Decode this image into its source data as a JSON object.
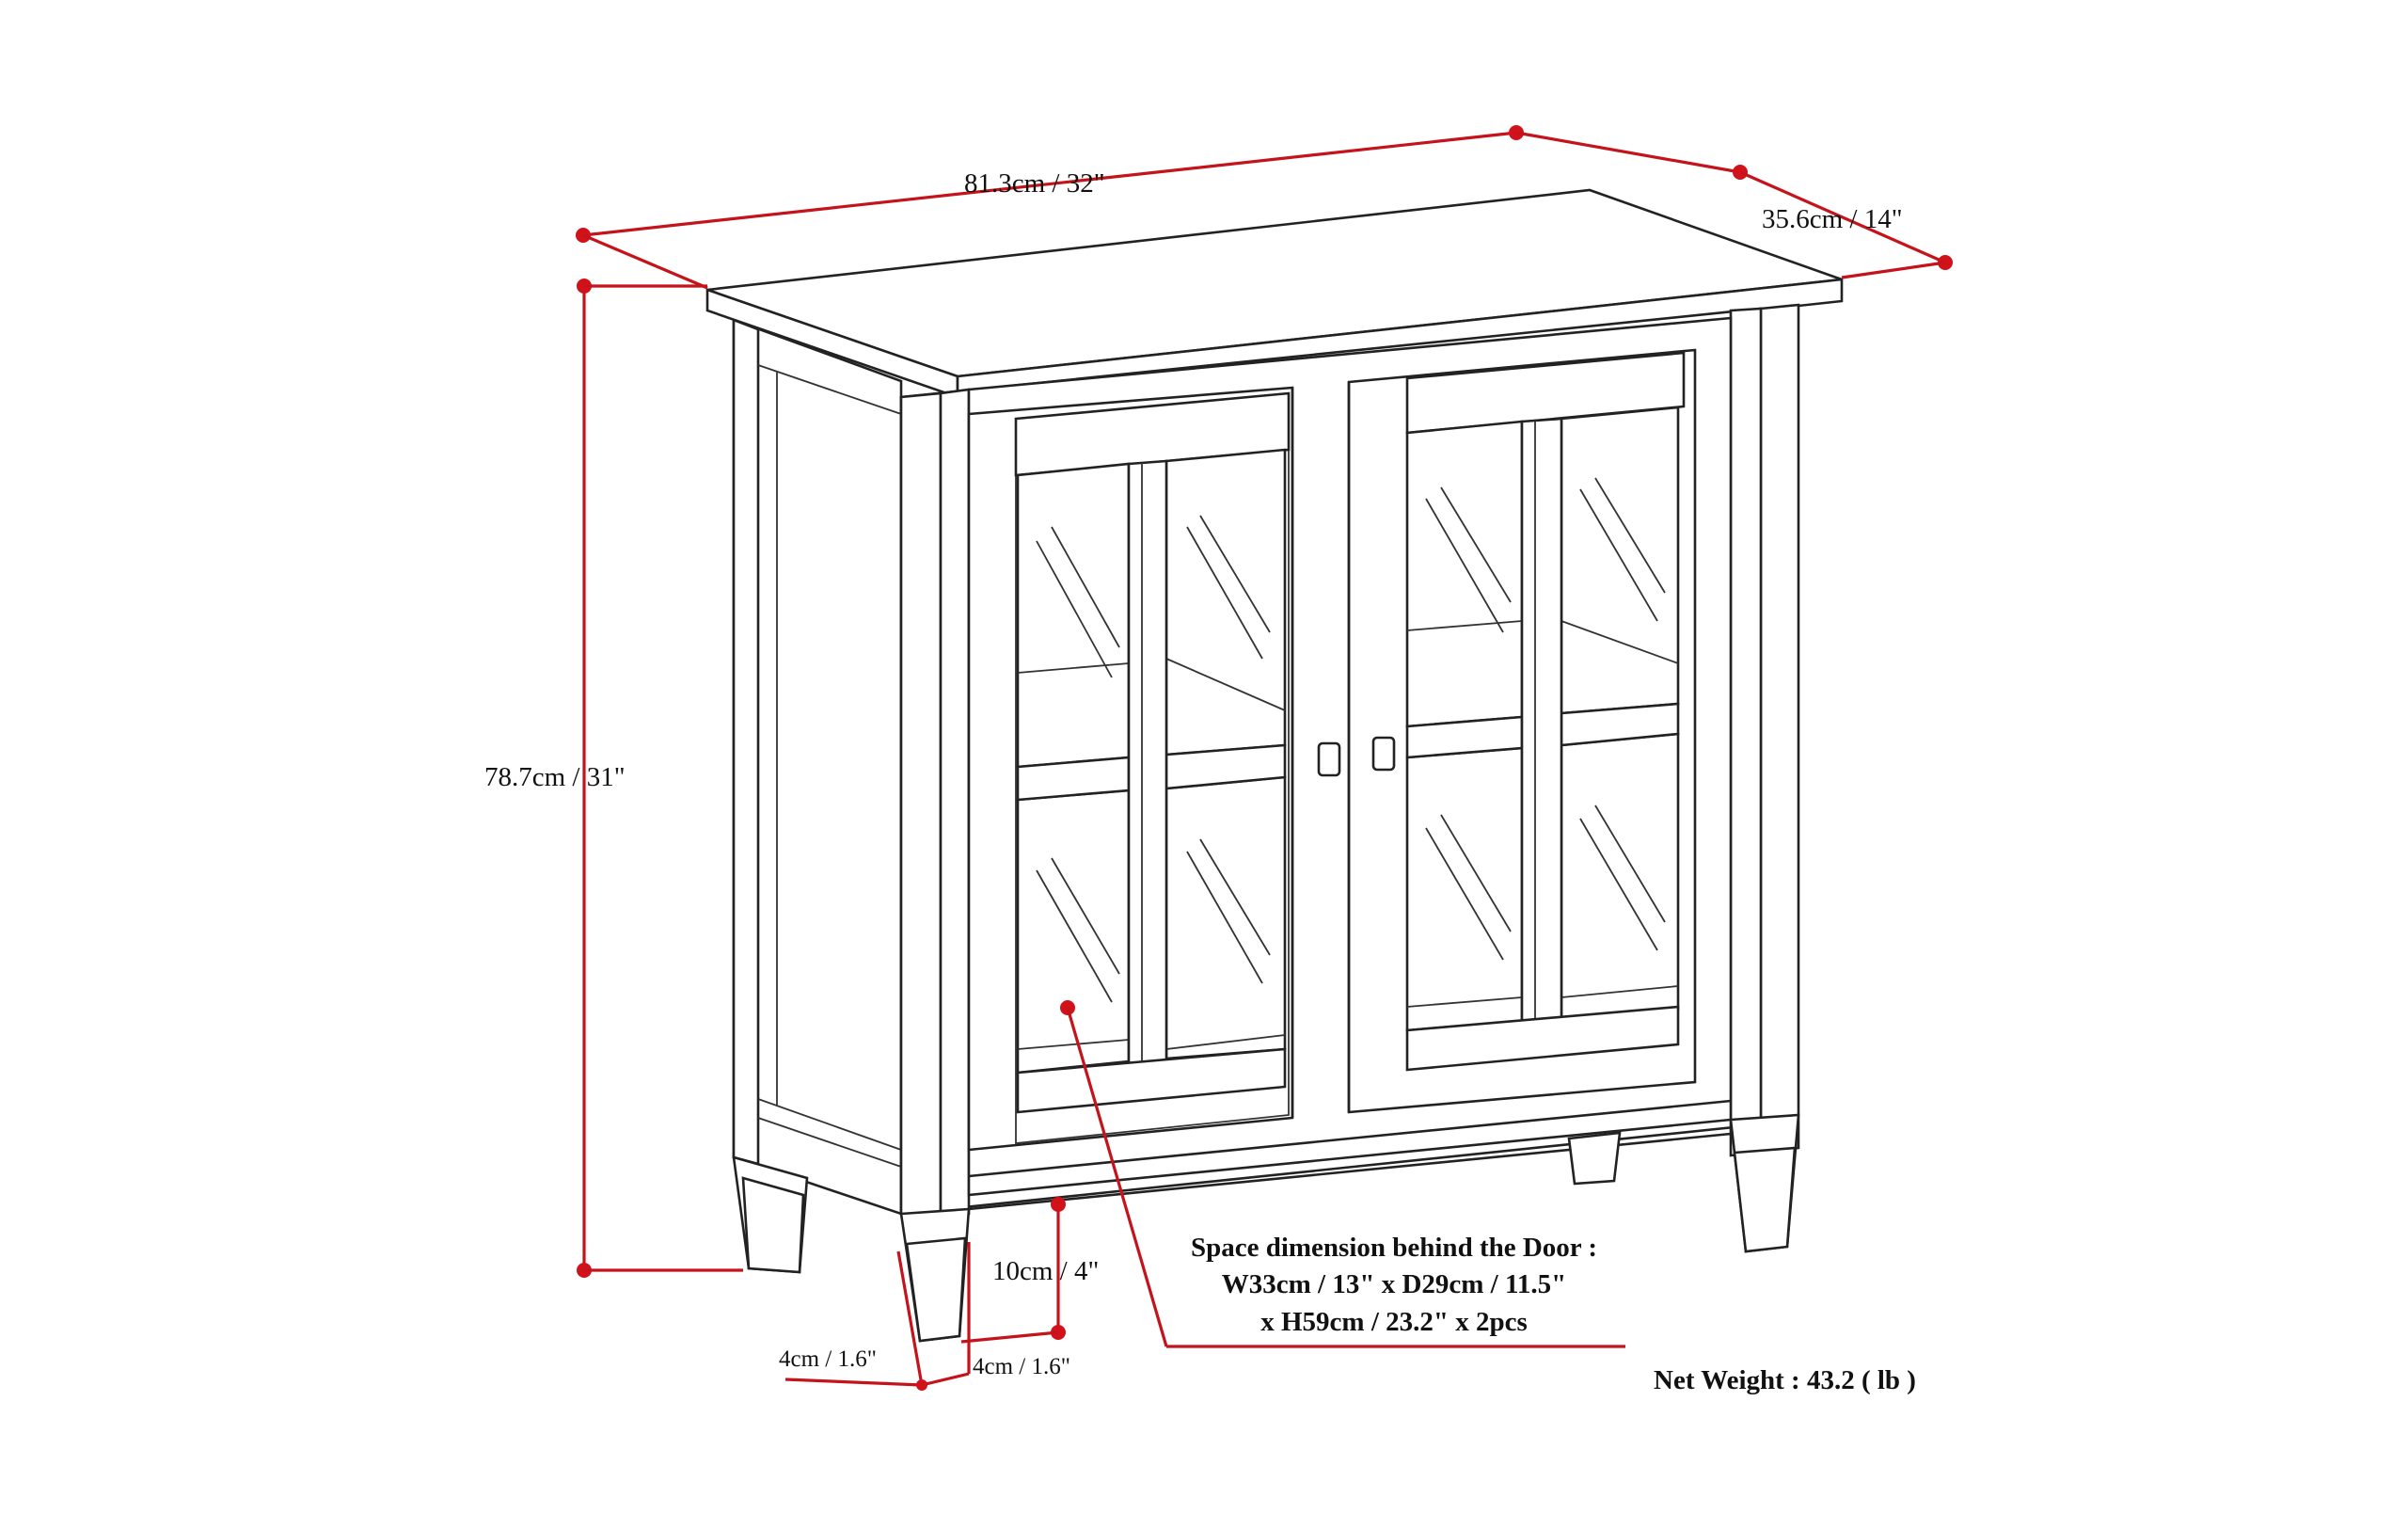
{
  "dimensions": {
    "width": "81.3cm / 32\"",
    "depth": "35.6cm / 14\"",
    "height": "78.7cm / 31\"",
    "leg_height": "10cm / 4\"",
    "leg_width_side": "4cm / 1.6\"",
    "leg_width_front": "4cm / 1.6\""
  },
  "space_note": {
    "line1": "Space dimension behind the Door :",
    "line2": "W33cm / 13\" x D29cm / 11.5\"",
    "line3": "x H59cm / 23.2\" x 2pcs"
  },
  "net_weight": "Net Weight : 43.2 ( lb )",
  "colors": {
    "dimension_line": "#c4131b",
    "outline": "#222222",
    "background": "#ffffff"
  }
}
